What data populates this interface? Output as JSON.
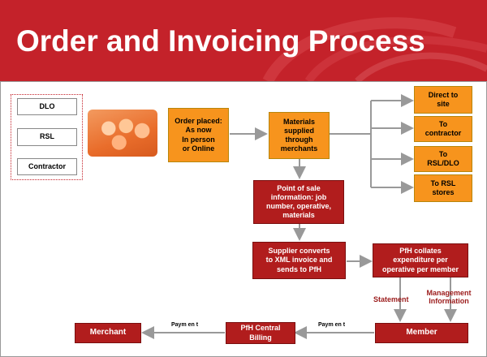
{
  "title": "Order and Invoicing Process",
  "left_boxes": {
    "dlo": "DLO",
    "rsl": "RSL",
    "contractor": "Contractor"
  },
  "picture": {
    "caption": ""
  },
  "nodes": {
    "order_placed": "Order placed:\nAs now\nIn person\nor Online",
    "materials_supplied": "Materials\nsupplied\nthrough\nmerchants",
    "direct_to_site": "Direct to\nsite",
    "to_contractor": "To\ncontractor",
    "to_rsl_dlo": "To\nRSL/DLO",
    "to_rsl_stores": "To RSL\nstores",
    "point_of_sale": "Point of sale\ninformation: job\nnumber, operative,\nmaterials",
    "supplier_converts": "Supplier converts\nto XML invoice and\nsends to PfH",
    "pfh_collates": "PfH collates\nexpenditure per\noperative per member",
    "member": "Member",
    "pfh_central_billing": "PfH Central\nBilling",
    "merchant": "Merchant"
  },
  "edge_labels": {
    "statement": "Statement",
    "management_information": "Management\nInformation",
    "payment_1": "Paym en t",
    "payment_2": "Paym en t"
  },
  "colors": {
    "header": "#c4222a",
    "orange": "#f7941d",
    "dark_red": "#b11d1d",
    "arrow": "#999999"
  }
}
